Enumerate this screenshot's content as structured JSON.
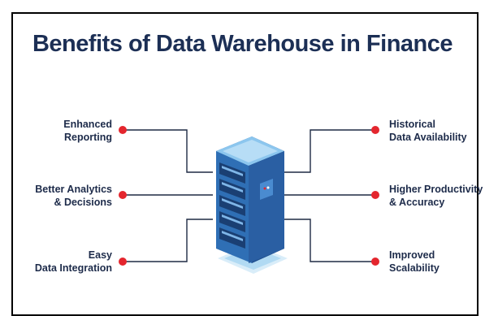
{
  "top_caption": "",
  "title": "Benefits of Data Warehouse in Finance",
  "colors": {
    "title": "#1c2f55",
    "text": "#1d2b4a",
    "dot": "#e4262e",
    "line": "#1e2a44",
    "server_front": "#2f6fb5",
    "server_side": "#1f4f8f",
    "server_top": "#8cc6ee"
  },
  "icons": [
    "server-icon"
  ],
  "benefits_left": [
    {
      "line1": "Enhanced",
      "line2": "Reporting"
    },
    {
      "line1": "Better Analytics",
      "line2": "& Decisions"
    },
    {
      "line1": "Easy",
      "line2": "Data Integration"
    }
  ],
  "benefits_right": [
    {
      "line1": "Historical",
      "line2": "Data Availability"
    },
    {
      "line1": "Higher Productivity",
      "line2": "& Accuracy"
    },
    {
      "line1": "Improved",
      "line2": "Scalability"
    }
  ]
}
